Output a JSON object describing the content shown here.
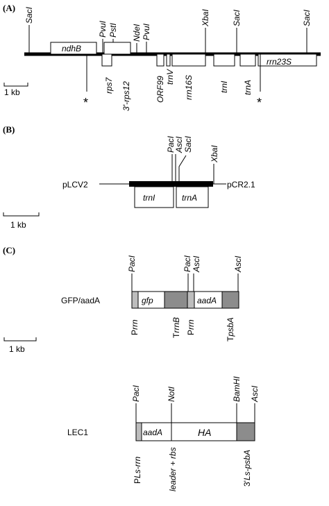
{
  "panels": {
    "a": "(A)",
    "b": "(B)",
    "c": "(C)"
  },
  "scale_label": "1 kb",
  "asterisk": "*",
  "panel_a": {
    "sites": {
      "saci_1": "SacI",
      "pvui_1": "PvuI",
      "psti": "PstI",
      "ndei": "NdeI",
      "pvui_2": "PvuI",
      "xbai": "XbaI",
      "saci_2": "SacI",
      "saci_3": "SacI"
    },
    "genes": {
      "ndhb": "ndhB",
      "rps7": "rps7",
      "rps12": "3'-rps12",
      "orf99": "ORF99",
      "trnv": "trnV",
      "rrn16s": "rrn16S",
      "trni": "trnI",
      "trna": "trnA",
      "rrn23s": "rrn23S"
    }
  },
  "panel_b": {
    "sites": {
      "paci": "PacI",
      "asci": "AscI",
      "saci": "SacI",
      "xbai": "XbaI"
    },
    "left_label": "pLCV2",
    "right_label": "pCR2.1",
    "genes": {
      "trni": "trnI",
      "trna": "trnA"
    }
  },
  "panel_c": {
    "gfp_construct": {
      "name": "GFP/aadA",
      "sites": {
        "paci_1": "PacI",
        "paci_2": "PacI",
        "asci_1": "AscI",
        "asci_2": "AscI"
      },
      "genes": {
        "gfp": "gfp",
        "aada": "aadA"
      },
      "elements": {
        "prrn_1": {
          "main": "P",
          "sub": "rrn"
        },
        "trrnb": {
          "main": "T",
          "sub": "rrnB"
        },
        "prrn_2": {
          "main": "P",
          "sub": "rrn"
        },
        "tpsba": {
          "main": "T",
          "sub": "psbA"
        }
      }
    },
    "lec_construct": {
      "name": "LEC1",
      "sites": {
        "paci": "PacI",
        "noti": "NotI",
        "bamhi": "BamHI",
        "asci": "AscI"
      },
      "genes": {
        "aada": "aadA",
        "ha": "HA"
      },
      "elements": {
        "pls_rrn": {
          "main": "P",
          "sub": "Ls-rrn"
        },
        "leader": "leader + rbs",
        "ls_psba": {
          "main": "3'",
          "sub": "Ls-psbA"
        }
      }
    }
  },
  "colors": {
    "line": "#000000",
    "grey_fill": "#8c8c8c",
    "light_grey_fill": "#bdbdbd"
  }
}
